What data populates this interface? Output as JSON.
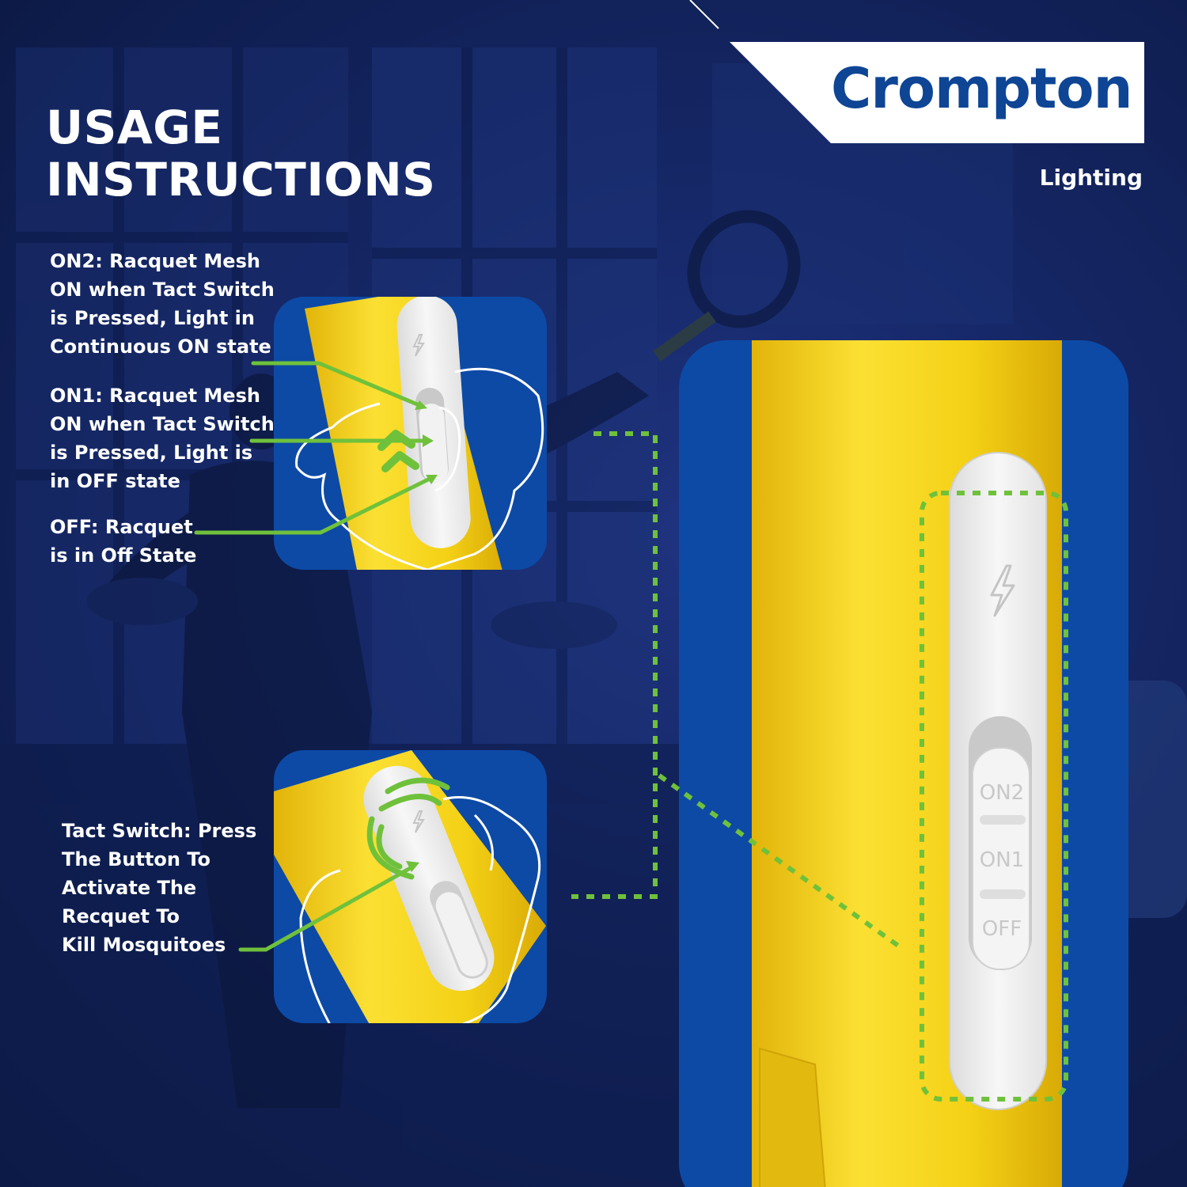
{
  "title": {
    "line1": "USAGE",
    "line2": "INSTRUCTIONS"
  },
  "brand": {
    "name": "Crompton",
    "category": "Lighting"
  },
  "labels": {
    "on2": "ON2: Racquet Mesh\nON when Tact Switch\nis Pressed, Light in\nContinuous ON state",
    "on1": "ON1: Racquet Mesh\nON when Tact Switch\nis Pressed, Light is\nin OFF state",
    "off": "OFF: Racquet\nis in Off State",
    "tact": "Tact Switch: Press\nThe Button To\nActivate The\nRecquet To\nKill Mosquitoes"
  },
  "switch_marks": {
    "on2": "ON2",
    "on1": "ON1",
    "off": "OFF"
  },
  "colors": {
    "brand_blue": "#0e4595",
    "racquet_yellow": "#f7d31a",
    "callout_green": "#6fc13b",
    "panel_blue": "#0d4aa6"
  },
  "icons": [
    "lightning-icon",
    "vibration-waves-icon",
    "double-chevron-up-icon",
    "hand-outline-icon"
  ]
}
